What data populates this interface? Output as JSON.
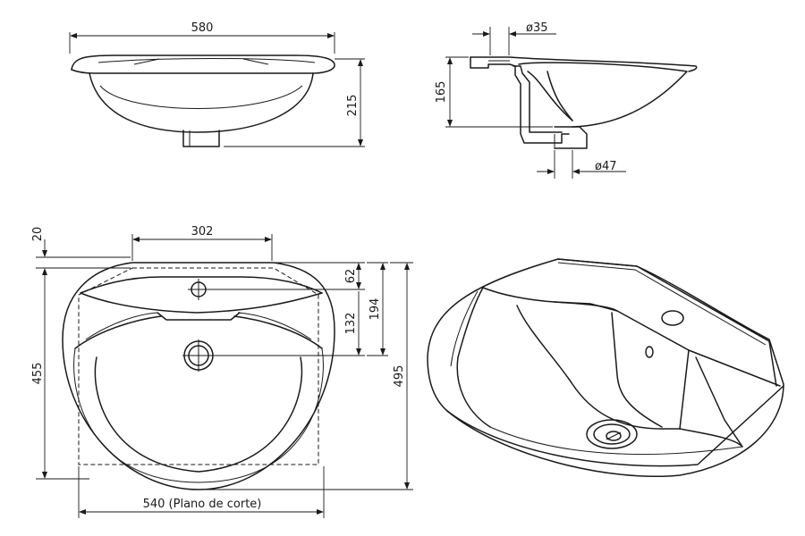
{
  "dimensions": {
    "top_width": "580",
    "top_height": "215",
    "side_height": "165",
    "tap_hole_diameter": "ø35",
    "drain_diameter": "ø47",
    "rim_offset": "20",
    "plan_width": "302",
    "tap_hole_offset": "62",
    "drain_offset": "132",
    "drain_total": "194",
    "plan_depth": "455",
    "overall_depth": "495",
    "cut_plane_width": "540 (Plano de corte)"
  }
}
